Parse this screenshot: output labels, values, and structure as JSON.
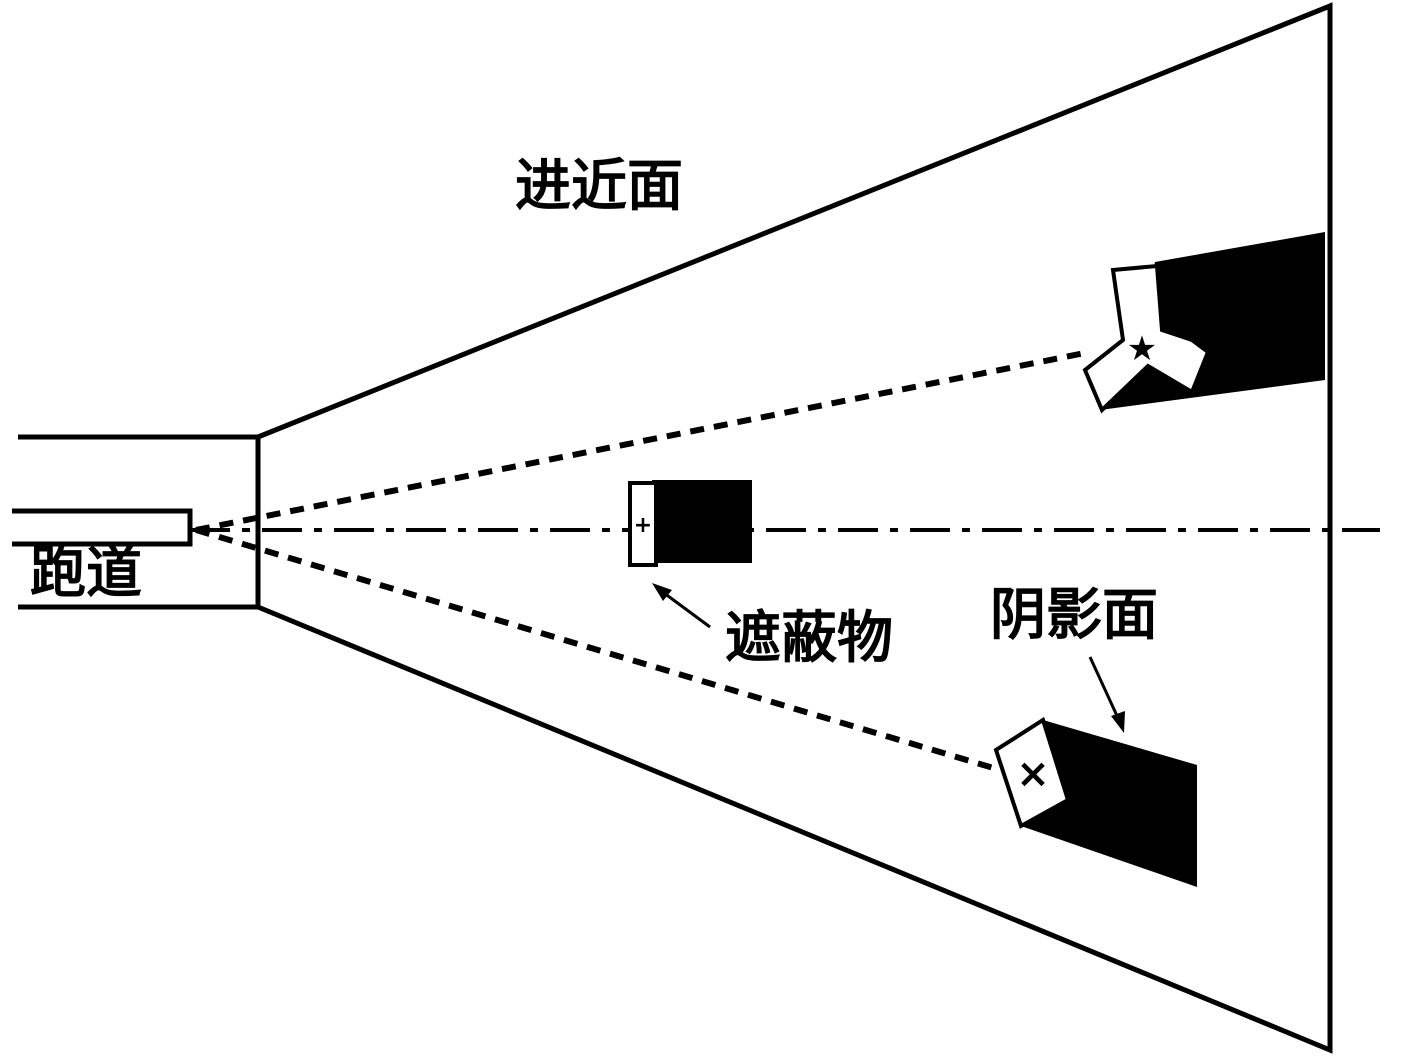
{
  "labels": {
    "approach_surface": "进近面",
    "runway": "跑道",
    "obstacle": "遮蔽物",
    "shadow_surface": "阴影面"
  },
  "obstacle_marks": {
    "center": "+",
    "bottom": "×",
    "top": "★"
  },
  "colors": {
    "stroke": "#000000",
    "shadow": "#000000",
    "background": "#ffffff"
  }
}
